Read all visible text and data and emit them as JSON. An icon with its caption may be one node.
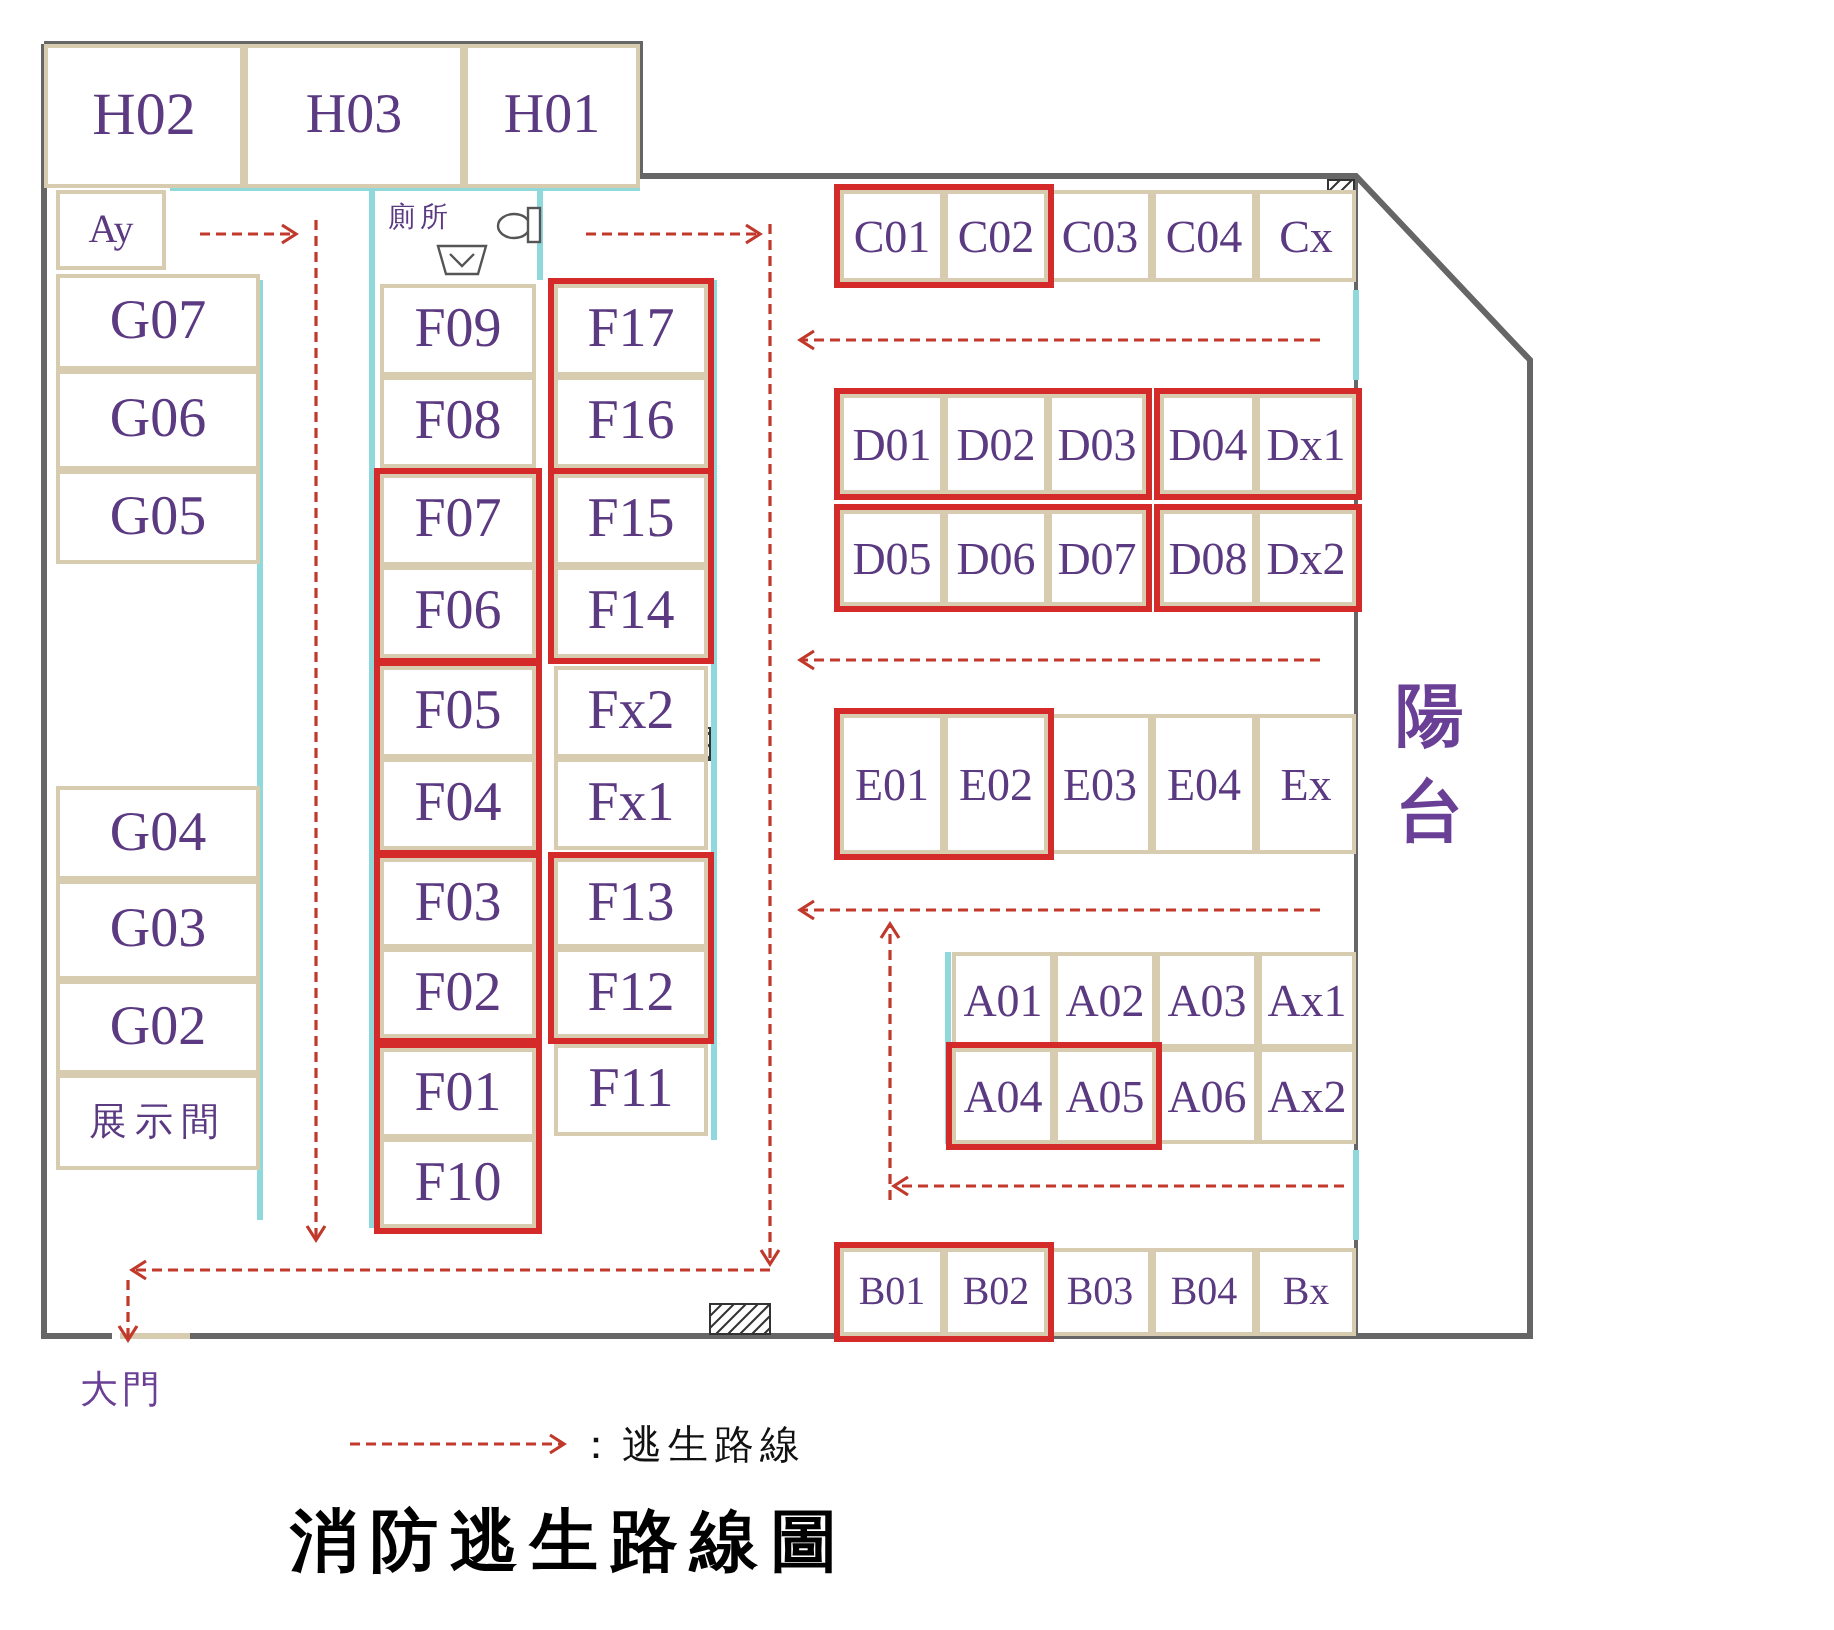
{
  "diagram": {
    "title": "消防逃生路線圖",
    "nodes": [
      {
        "text": [
          "H02"
        ]
      },
      {
        "text": [
          "H03"
        ]
      },
      {
        "text": [
          "H01"
        ]
      },
      {
        "text": [
          "Ay"
        ]
      },
      {
        "text": [
          "G07"
        ]
      },
      {
        "text": [
          "G06"
        ]
      },
      {
        "text": [
          "G05"
        ]
      },
      {
        "text": [
          "G04"
        ]
      },
      {
        "text": [
          "G03"
        ]
      },
      {
        "text": [
          "G02"
        ]
      },
      {
        "text": [
          "展示間"
        ]
      },
      {
        "text": [
          "F09"
        ]
      },
      {
        "text": [
          "F08"
        ]
      },
      {
        "text": [],
        "shape": "box"
      },
      {
        "text": [
          "F07"
        ],
        "in": 13
      },
      {
        "text": [
          "F06"
        ],
        "in": 13
      },
      {
        "text": [],
        "shape": "box"
      },
      {
        "text": [
          "F05"
        ],
        "in": 16
      },
      {
        "text": [
          "F04"
        ],
        "in": 16
      },
      {
        "text": [],
        "shape": "box"
      },
      {
        "text": [
          "F03"
        ],
        "in": 19
      },
      {
        "text": [
          "F02"
        ],
        "in": 19
      },
      {
        "text": [],
        "shape": "box"
      },
      {
        "text": [
          "F01"
        ],
        "in": 22
      },
      {
        "text": [
          "F10"
        ],
        "in": 22
      },
      {
        "text": [],
        "shape": "box"
      },
      {
        "text": [
          "F17"
        ],
        "in": 25
      },
      {
        "text": [
          "F16"
        ],
        "in": 25
      },
      {
        "text": [],
        "shape": "box"
      },
      {
        "text": [
          "F15"
        ],
        "in": 28
      },
      {
        "text": [
          "F14"
        ],
        "in": 28
      },
      {
        "text": [
          "Fx2"
        ]
      },
      {
        "text": [
          "Fx1"
        ]
      },
      {
        "text": [],
        "shape": "box"
      },
      {
        "text": [
          "F13"
        ],
        "in": 33
      },
      {
        "text": [
          "F12"
        ],
        "in": 33
      },
      {
        "text": [
          "F11"
        ]
      },
      {
        "text": [],
        "shape": "box"
      },
      {
        "text": [
          "C01"
        ],
        "in": 37
      },
      {
        "text": [
          "C02"
        ],
        "in": 37
      },
      {
        "text": [
          "C03"
        ]
      },
      {
        "text": [
          "C04"
        ]
      },
      {
        "text": [
          "Cx"
        ]
      },
      {
        "text": [],
        "shape": "box"
      },
      {
        "text": [
          "D01"
        ],
        "in": 43
      },
      {
        "text": [
          "D02"
        ],
        "in": 43
      },
      {
        "text": [
          "D03"
        ],
        "in": 43
      },
      {
        "text": [],
        "shape": "box"
      },
      {
        "text": [
          "D04"
        ],
        "in": 47
      },
      {
        "text": [
          "Dx1"
        ],
        "in": 47
      },
      {
        "text": [],
        "shape": "box"
      },
      {
        "text": [
          "D05"
        ],
        "in": 50
      },
      {
        "text": [
          "D06"
        ],
        "in": 50
      },
      {
        "text": [
          "D07"
        ],
        "in": 50
      },
      {
        "text": [],
        "shape": "box"
      },
      {
        "text": [
          "D08"
        ],
        "in": 54
      },
      {
        "text": [
          "Dx2"
        ],
        "in": 54
      },
      {
        "text": [],
        "shape": "box"
      },
      {
        "text": [
          "E01"
        ],
        "in": 57
      },
      {
        "text": [
          "E02"
        ],
        "in": 57
      },
      {
        "text": [
          "E03"
        ]
      },
      {
        "text": [
          "E04"
        ]
      },
      {
        "text": [
          "Ex"
        ]
      },
      {
        "text": [
          "A01"
        ]
      },
      {
        "text": [
          "A02"
        ]
      },
      {
        "text": [
          "A03"
        ]
      },
      {
        "text": [
          "Ax1"
        ]
      },
      {
        "text": [],
        "shape": "box"
      },
      {
        "text": [
          "A04"
        ],
        "in": 67
      },
      {
        "text": [
          "A05"
        ],
        "in": 67
      },
      {
        "text": [
          "A06"
        ]
      },
      {
        "text": [
          "Ax2"
        ]
      },
      {
        "text": [],
        "shape": "box"
      },
      {
        "text": [
          "B01"
        ],
        "in": 72
      },
      {
        "text": [
          "B02"
        ],
        "in": 72
      },
      {
        "text": [
          "B03"
        ]
      },
      {
        "text": [
          "B04"
        ]
      },
      {
        "text": [
          "Bx"
        ]
      }
    ],
    "labels": [
      "廁所",
      "陽台",
      "大門"
    ],
    "legend": [
      {
        "text": "：逃生路線"
      }
    ]
  }
}
